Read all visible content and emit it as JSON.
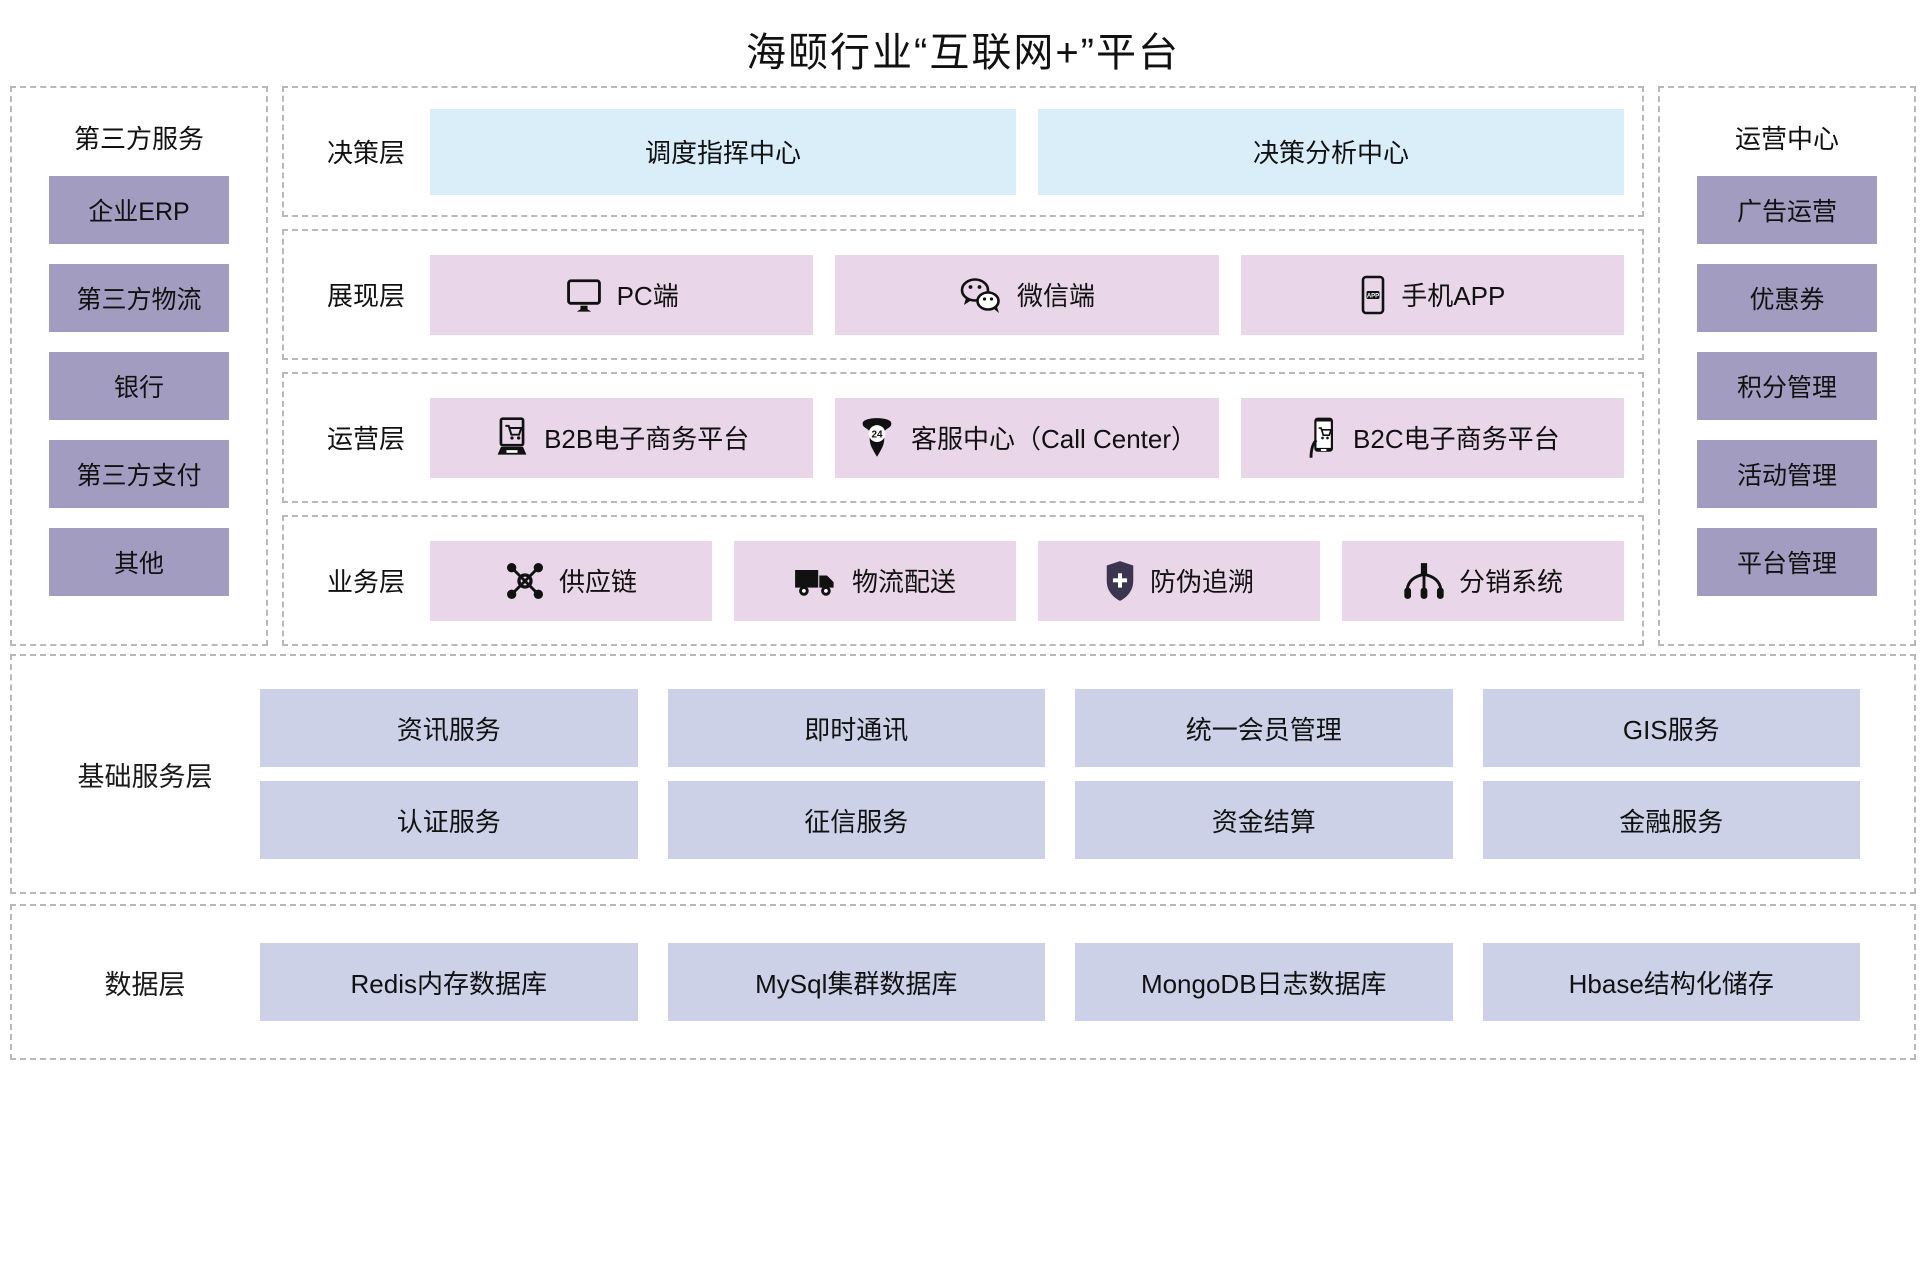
{
  "title": "海颐行业“互联网+”平台",
  "colors": {
    "sidebar_box": "#a29dc0",
    "decision_box": "#daeefa",
    "pink_box": "#e9d7e9",
    "service_box": "#ccd1e8",
    "dashed_border": "#b9b9b9"
  },
  "left_panel": {
    "title": "第三方服务",
    "items": [
      {
        "label": "企业ERP"
      },
      {
        "label": "第三方物流"
      },
      {
        "label": "银行"
      },
      {
        "label": "第三方支付"
      },
      {
        "label": "其他"
      }
    ]
  },
  "right_panel": {
    "title": "运营中心",
    "items": [
      {
        "label": "广告运营"
      },
      {
        "label": "优惠券"
      },
      {
        "label": "积分管理"
      },
      {
        "label": "活动管理"
      },
      {
        "label": "平台管理"
      }
    ]
  },
  "layers": [
    {
      "label": "决策层",
      "style": "blue",
      "items": [
        {
          "label": "调度指挥中心",
          "icon": ""
        },
        {
          "label": "决策分析中心",
          "icon": ""
        }
      ]
    },
    {
      "label": "展现层",
      "style": "pink",
      "items": [
        {
          "label": "PC端",
          "icon": "monitor-icon"
        },
        {
          "label": "微信端",
          "icon": "wechat-icon"
        },
        {
          "label": "手机APP",
          "icon": "mobile-app-icon"
        }
      ]
    },
    {
      "label": "运营层",
      "style": "pink",
      "items": [
        {
          "label": "B2B电子商务平台",
          "icon": "desktop-cart-icon"
        },
        {
          "label": "客服中心（Call Center）",
          "icon": "phone-24-icon"
        },
        {
          "label": "B2C电子商务平台",
          "icon": "mobile-cart-icon"
        }
      ]
    },
    {
      "label": "业务层",
      "style": "pink",
      "items": [
        {
          "label": "供应链",
          "icon": "network-nodes-icon"
        },
        {
          "label": "物流配送",
          "icon": "truck-icon"
        },
        {
          "label": "防伪追溯",
          "icon": "shield-plus-icon"
        },
        {
          "label": "分销系统",
          "icon": "distribution-tree-icon"
        }
      ]
    }
  ],
  "base_layer": {
    "label": "基础服务层",
    "rows": [
      [
        {
          "label": "资讯服务"
        },
        {
          "label": "即时通讯"
        },
        {
          "label": "统一会员管理"
        },
        {
          "label": "GIS服务"
        }
      ],
      [
        {
          "label": "认证服务"
        },
        {
          "label": "征信服务"
        },
        {
          "label": "资金结算"
        },
        {
          "label": "金融服务"
        }
      ]
    ]
  },
  "data_layer": {
    "label": "数据层",
    "items": [
      {
        "label": "Redis内存数据库"
      },
      {
        "label": "MySql集群数据库"
      },
      {
        "label": "MongoDB日志数据库"
      },
      {
        "label": "Hbase结构化储存"
      }
    ]
  }
}
